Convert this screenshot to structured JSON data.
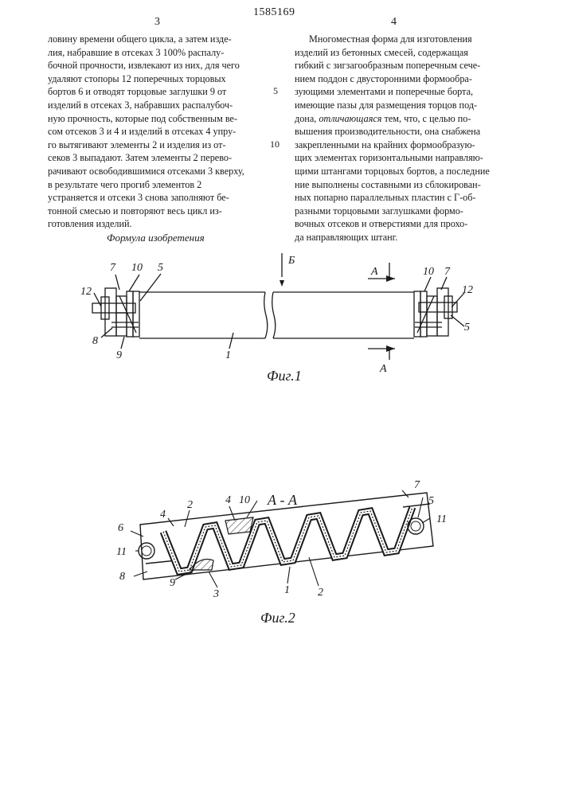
{
  "header": {
    "page_left": "3",
    "patent_number": "1585169",
    "page_right": "4"
  },
  "left_column": {
    "lines": [
      "ловину времени общего цикла, а затем изде-",
      "лия, набравшие в отсеках 3 100% распалу-",
      "бочной прочности, извлекают из них, для чего",
      "удаляют стопоры 12 поперечных торцовых",
      "бортов 6 и отводят торцовые заглушки 9 от",
      "изделий в отсеках 3, набравших распалубоч-",
      "ную прочность, которые под собственным ве-",
      "сом отсеков 3 и 4 и изделий в отсеках 4 упру-",
      "го вытягивают элементы 2 и изделия из от-",
      "секов 3 выпадают. Затем элементы 2 перево-",
      "рачивают освободившимися отсеками 3 кверху,",
      "в результате чего прогиб элементов 2",
      "устраняется и отсеки 3 снова заполняют бе-",
      "тонной смесью и повторяют весь цикл из-",
      "готовления изделий."
    ],
    "heading": "Формула изобретения"
  },
  "right_column": {
    "lines": [
      "Многоместная форма для изготовления",
      "изделий из бетонных смесей, содержащая",
      "гибкий с зигзагообразным поперечным сече-",
      "нием поддон с двусторонними формообра-",
      "зующими элементами и поперечные борта,",
      "имеющие пазы для размещения торцов под-",
      "дона, ",
      "вышения производительности, она снабжена",
      "закрепленными на крайних формообразую-",
      "щих элементах горизонтальными направляю-",
      "щими штангами торцовых бортов, а последние",
      "ние выполнены составными из сблокирован-",
      "ных попарно параллельных пластин с Г-об-",
      "разными торцовыми заглушками формо-",
      "вочных отсеков и отверстиями для прохо-",
      "да направляющих штанг."
    ],
    "line_7_italic": "отличающаяся",
    "line_7_tail": " тем, что, с целью по-",
    "line_numbers": [
      "5",
      "10"
    ]
  },
  "figure1": {
    "caption": "Фиг.1",
    "labels": {
      "l7a": "7",
      "l10a": "10",
      "l5a": "5",
      "l12a": "12",
      "l8": "8",
      "l9": "9",
      "l1": "1",
      "lB": "Б",
      "lA1": "А",
      "lA2": "А",
      "l10b": "10",
      "l7b": "7",
      "l12b": "12",
      "l5b": "5"
    }
  },
  "figure2": {
    "caption": "Фиг.2",
    "section_title": "А - А",
    "labels": {
      "l6": "6",
      "l4a": "4",
      "l2a": "2",
      "l4b": "4",
      "l10": "10",
      "l7": "7",
      "l5": "5",
      "l11a": "11",
      "l11b": "11",
      "l8": "8",
      "l9": "9",
      "l3": "3",
      "l1": "1",
      "l2b": "2"
    }
  }
}
